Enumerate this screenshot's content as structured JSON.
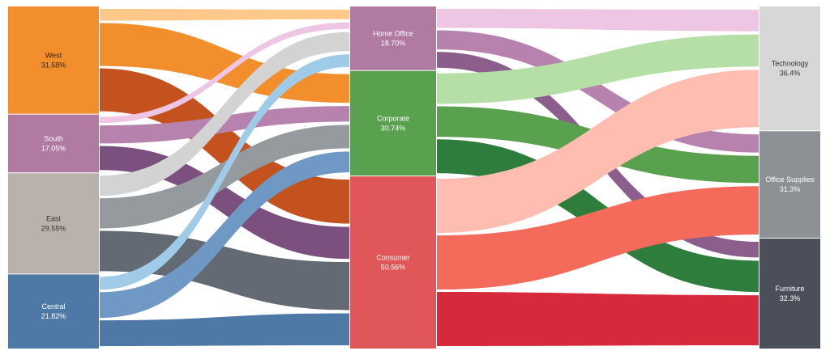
{
  "chart_data": {
    "type": "sankey",
    "title": "",
    "columns": [
      {
        "nodes": [
          {
            "id": "west",
            "name": "West",
            "value": "31.58%",
            "color": "#f28e2b",
            "text_color": "#3a2a10"
          },
          {
            "id": "south",
            "name": "South",
            "value": "17.05%",
            "color": "#b07aa1",
            "text_color": "#ffffff"
          },
          {
            "id": "east",
            "name": "East",
            "value": "29.55%",
            "color": "#bab0ac",
            "text_color": "#333333"
          },
          {
            "id": "central",
            "name": "Central",
            "value": "21.82%",
            "color": "#4e79a7",
            "text_color": "#ffffff"
          }
        ]
      },
      {
        "nodes": [
          {
            "id": "homeoffice",
            "name": "Home Office",
            "value": "18.70%",
            "color": "#b07aa1",
            "text_color": "#ffffff"
          },
          {
            "id": "corporate",
            "name": "Corporate",
            "value": "30.74%",
            "color": "#59a14f",
            "text_color": "#ffffff"
          },
          {
            "id": "consumer",
            "name": "Consumer",
            "value": "50.56%",
            "color": "#e15759",
            "text_color": "#ffffff"
          }
        ]
      },
      {
        "nodes": [
          {
            "id": "technology",
            "name": "Technology",
            "value": "36.4%",
            "color": "#d7d7d7",
            "text_color": "#333333"
          },
          {
            "id": "officesupplies",
            "name": "Office Supplies",
            "value": "31.3%",
            "color": "#8c9196",
            "text_color": "#ffffff"
          },
          {
            "id": "furniture",
            "name": "Furniture",
            "value": "32.3%",
            "color": "#4a4f5a",
            "text_color": "#ffffff"
          }
        ]
      }
    ],
    "links": [
      {
        "source": "west",
        "target": "homeoffice",
        "value": 1.5,
        "color": "#fdc88a"
      },
      {
        "source": "west",
        "target": "corporate",
        "value": 5.5,
        "color": "#f28e2b"
      },
      {
        "source": "west",
        "target": "consumer",
        "value": 5.5,
        "color": "#c4521f"
      },
      {
        "source": "south",
        "target": "homeoffice",
        "value": 1.0,
        "color": "#eec5e2"
      },
      {
        "source": "south",
        "target": "corporate",
        "value": 3.0,
        "color": "#b782ad"
      },
      {
        "source": "south",
        "target": "consumer",
        "value": 4.0,
        "color": "#7b4f7e"
      },
      {
        "source": "east",
        "target": "homeoffice",
        "value": 3.0,
        "color": "#d3d3d3"
      },
      {
        "source": "east",
        "target": "corporate",
        "value": 4.5,
        "color": "#959a9e"
      },
      {
        "source": "east",
        "target": "consumer",
        "value": 6.0,
        "color": "#636a73"
      },
      {
        "source": "central",
        "target": "homeoffice",
        "value": 2.0,
        "color": "#a0cbe8"
      },
      {
        "source": "central",
        "target": "corporate",
        "value": 4.0,
        "color": "#6f98c5"
      },
      {
        "source": "central",
        "target": "consumer",
        "value": 4.0,
        "color": "#4e79a7"
      },
      {
        "source": "homeoffice",
        "target": "technology",
        "value": 3.0,
        "color": "#eec5e2"
      },
      {
        "source": "homeoffice",
        "target": "officesupplies",
        "value": 3.0,
        "color": "#b782ad"
      },
      {
        "source": "homeoffice",
        "target": "furniture",
        "value": 2.5,
        "color": "#8c5e8c"
      },
      {
        "source": "corporate",
        "target": "technology",
        "value": 4.5,
        "color": "#b5dfa6"
      },
      {
        "source": "corporate",
        "target": "officesupplies",
        "value": 4.5,
        "color": "#59a14f"
      },
      {
        "source": "corporate",
        "target": "furniture",
        "value": 5.0,
        "color": "#2e7d3d"
      },
      {
        "source": "consumer",
        "target": "technology",
        "value": 8.0,
        "color": "#ffbcb0"
      },
      {
        "source": "consumer",
        "target": "officesupplies",
        "value": 8.0,
        "color": "#f56b5b"
      },
      {
        "source": "consumer",
        "target": "furniture",
        "value": 8.0,
        "color": "#d62a3c"
      }
    ]
  }
}
